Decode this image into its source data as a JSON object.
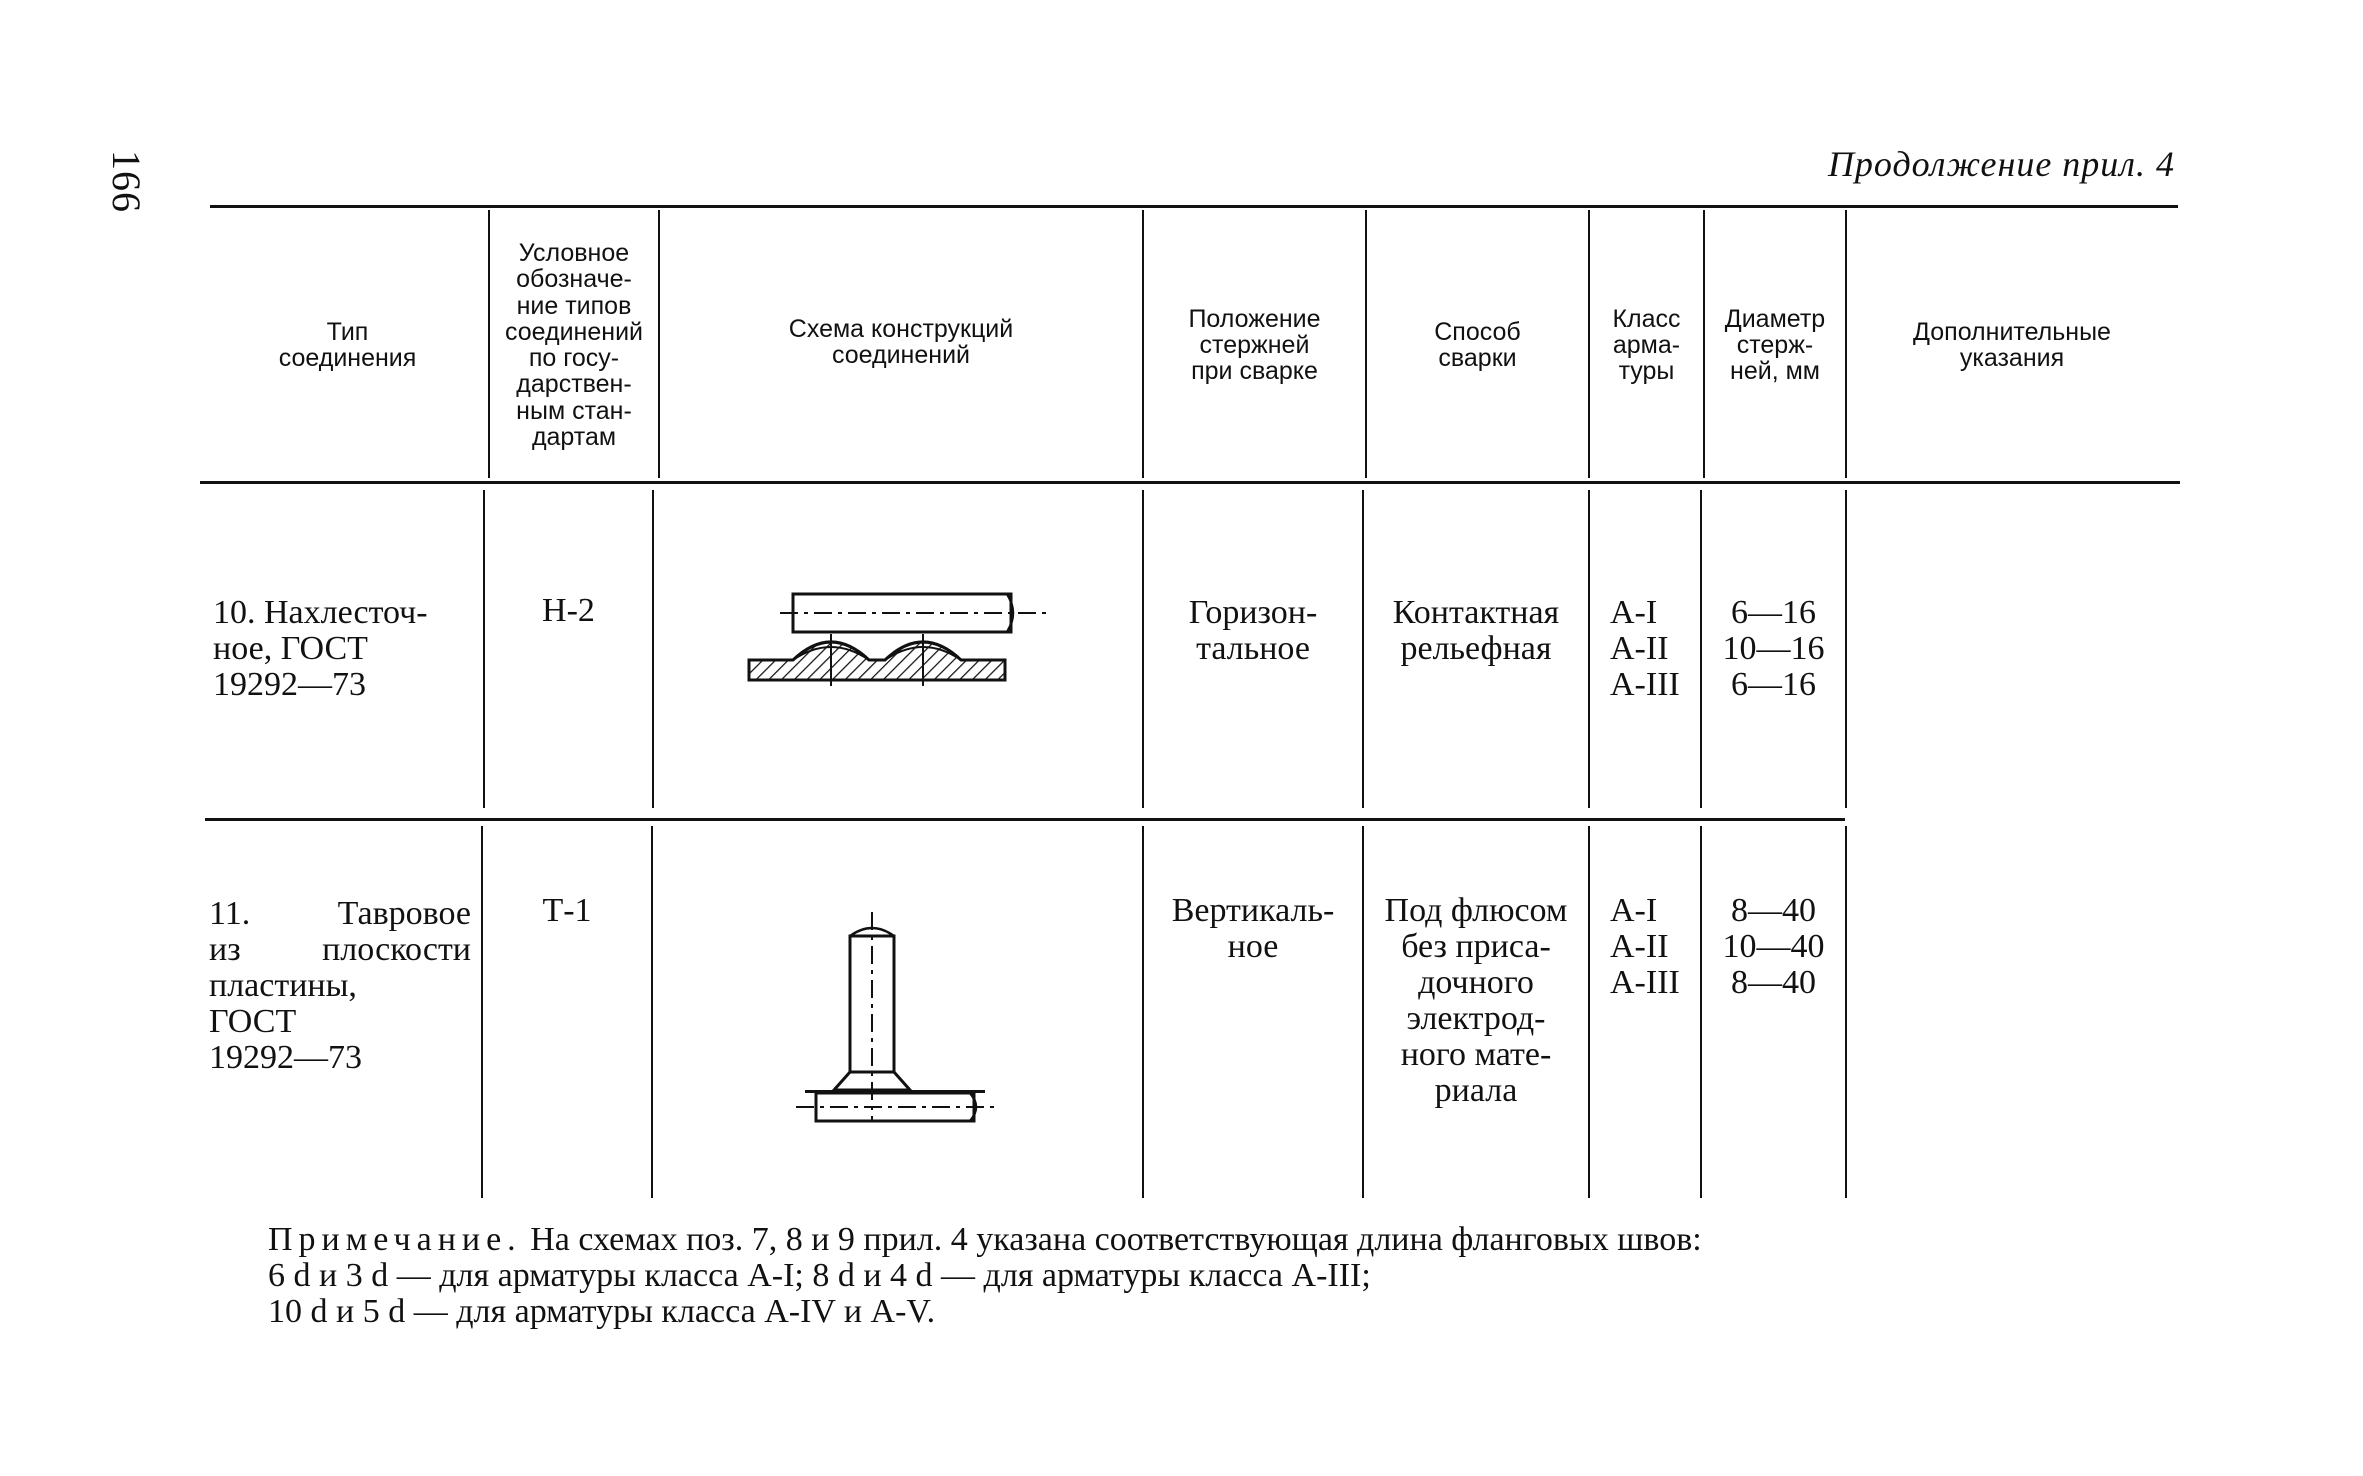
{
  "page": {
    "page_number": "166",
    "continuation": "Продолжение прил. 4"
  },
  "header": {
    "col1": [
      "Тип",
      "соединения"
    ],
    "col2": [
      "Условное",
      "обозначе-",
      "ние типов",
      "соединений",
      "по госу-",
      "дарствен-",
      "ным стан-",
      "дартам"
    ],
    "col3": [
      "Схема конструкций",
      "соединений"
    ],
    "col4": [
      "Положение",
      "стержней",
      "при сварке"
    ],
    "col5": [
      "Способ",
      "сварки"
    ],
    "col6": [
      "Класс",
      "арма-",
      "туры"
    ],
    "col7": [
      "Диаметр",
      "стерж-",
      "ней, мм"
    ],
    "col8": [
      "Дополнительные",
      "указания"
    ]
  },
  "rows": [
    {
      "type": [
        "10. Нахлесточ-",
        "ное, ГОСТ",
        "19292—73"
      ],
      "designation": "Н-2",
      "scheme_icon": "lap-relief-weld-scheme",
      "position": [
        "Горизон-",
        "тальное"
      ],
      "method": [
        "Контактная",
        "рельефная"
      ],
      "classes": [
        "A-I",
        "A-II",
        "A-III"
      ],
      "diameters": [
        "6—16",
        "10—16",
        "6—16"
      ]
    },
    {
      "type": [
        "11. Тавровое",
        "из плоскости",
        "пластины,",
        "ГОСТ",
        "19292—73"
      ],
      "designation": "Т-1",
      "scheme_icon": "tee-plate-weld-scheme",
      "position": [
        "Вертикаль-",
        "ное"
      ],
      "method": [
        "Под флюсом",
        "без приса-",
        "дочного",
        "электрод-",
        "ного мате-",
        "риала"
      ],
      "classes": [
        "A-I",
        "A-II",
        "A-III"
      ],
      "diameters": [
        "8—40",
        "10—40",
        "8—40"
      ]
    }
  ],
  "note": {
    "label": "Примечание.",
    "line1": "На схемах поз. 7, 8 и 9 прил. 4 указана соответствующая длина фланговых швов:",
    "line2": "6 d и 3 d — для арматуры класса A-I; 8 d и 4 d — для арматуры класса A-III;",
    "line3": "10 d и 5 d — для арматуры класса A-IV и A-V."
  }
}
